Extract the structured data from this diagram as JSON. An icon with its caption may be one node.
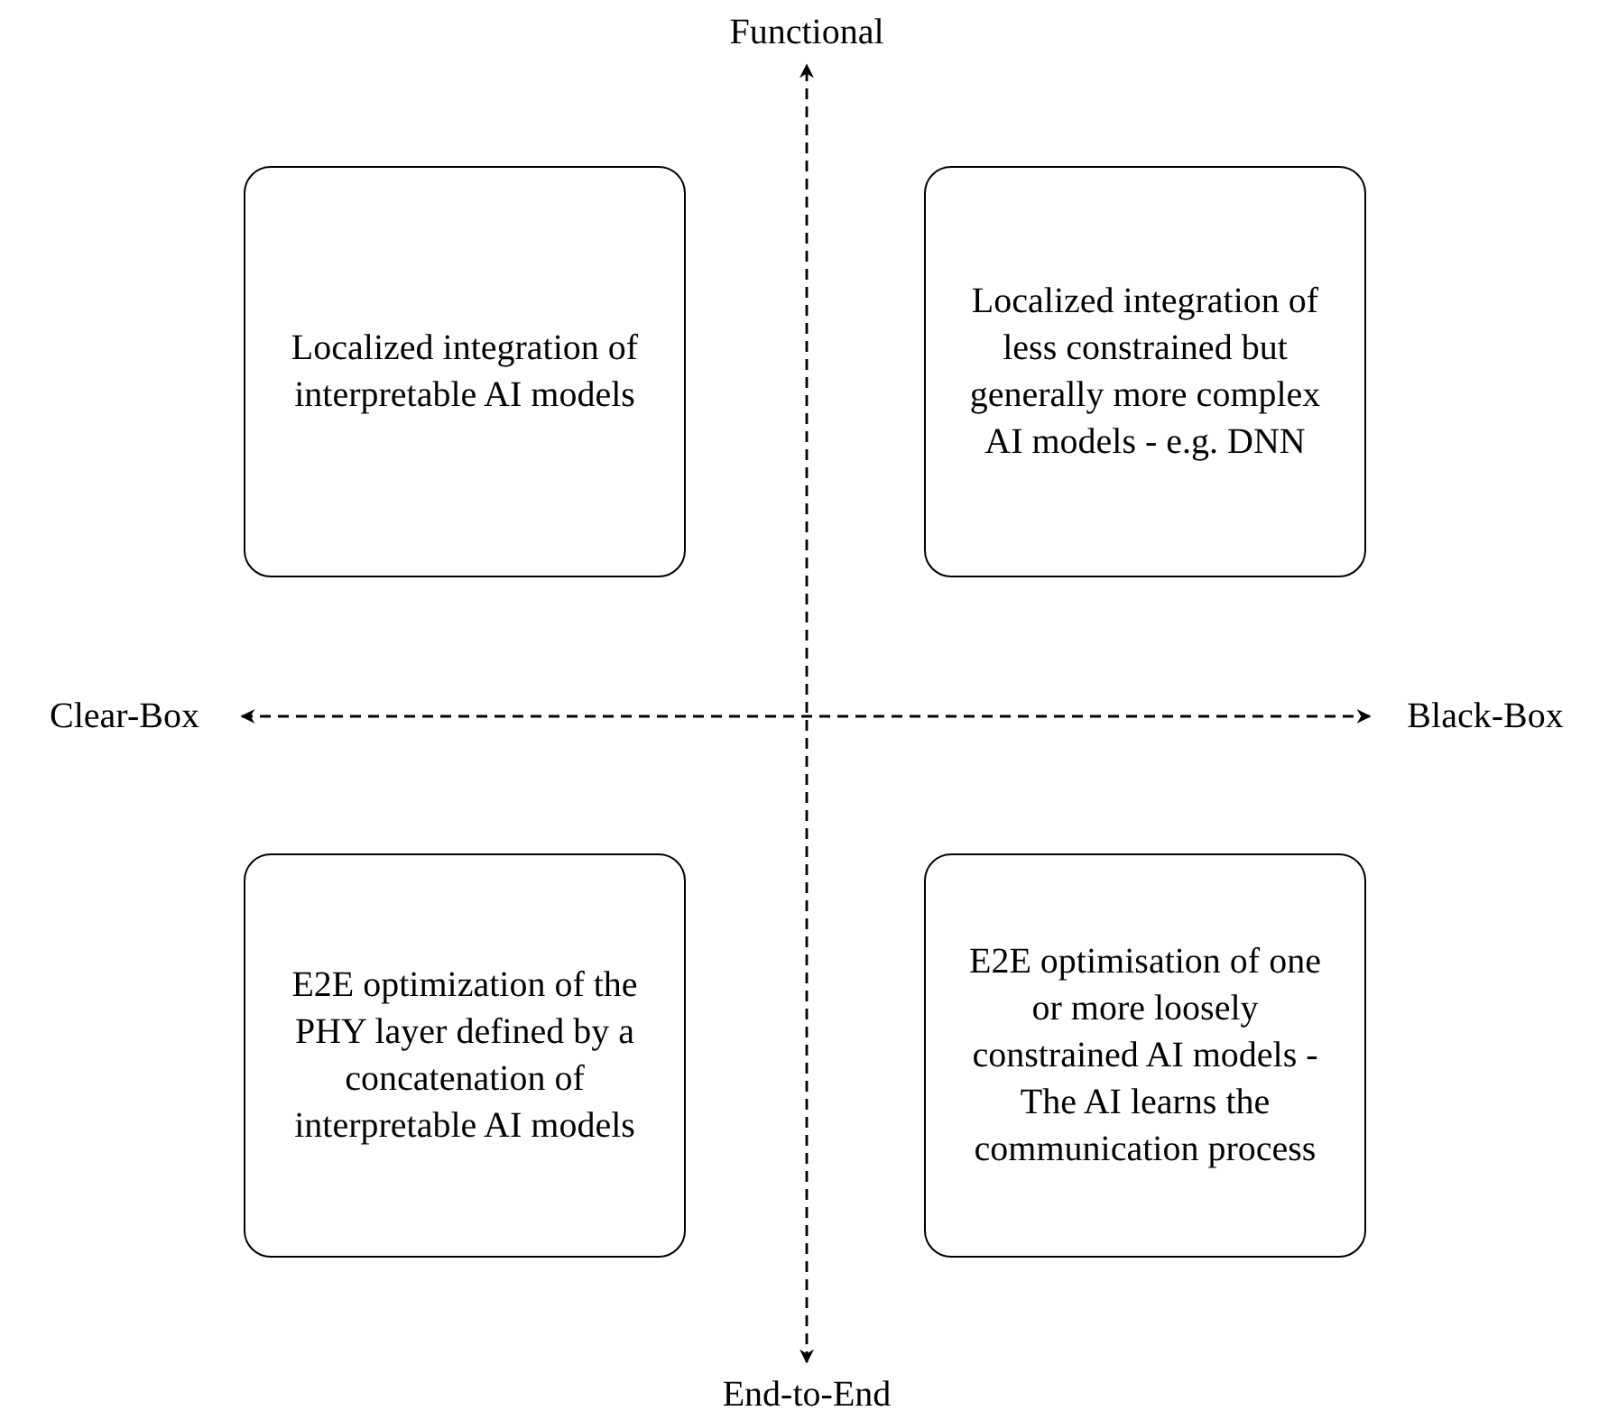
{
  "diagram": {
    "nodes": [
      {
        "text": [
          "Functional"
        ]
      },
      {
        "text": [
          "Localized integration of interpretable AI models"
        ]
      },
      {
        "text": [
          "Localized integration of less constrained but generally more complex AI models - e.g. DNN"
        ]
      },
      {
        "text": [
          "Clear-Box"
        ]
      },
      {
        "text": [
          "Black-Box"
        ]
      },
      {
        "text": [
          "E2E optimization of the PHY layer defined by a concatenation of interpretable AI models"
        ]
      },
      {
        "text": [
          "E2E optimisation of one or more loosely constrained AI models - The AI learns the communication process"
        ]
      },
      {
        "text": [
          "End-to-End"
        ]
      }
    ],
    "edges": [
      {
        "from": 3,
        "to": 4,
        "arrow": "both",
        "style": "dashed"
      },
      {
        "from": 7,
        "to": 0,
        "arrow": "both",
        "style": "dashed"
      }
    ]
  }
}
